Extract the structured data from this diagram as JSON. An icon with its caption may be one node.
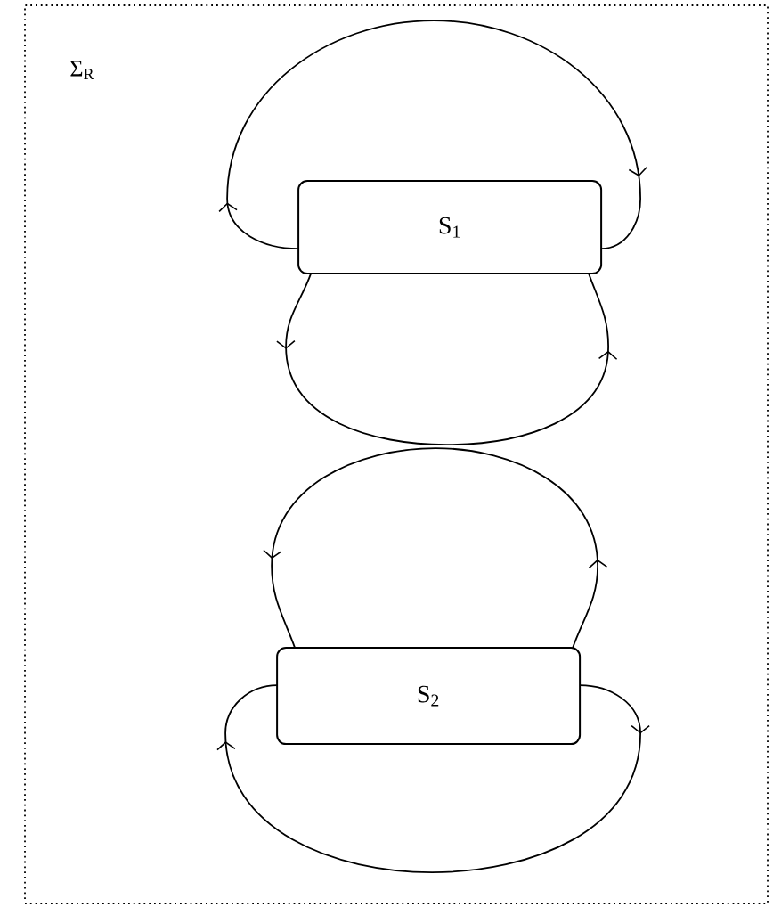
{
  "diagram": {
    "nodes": [
      {
        "text": [
          "Σ$_{R}$"
        ]
      },
      {
        "text": [
          "S$_{1}$"
        ],
        "in": 0
      },
      {
        "text": [
          "S$_{2}$"
        ],
        "in": 0
      }
    ],
    "edges": [
      {
        "from": 1,
        "to": 1,
        "arrow": "to"
      },
      {
        "from": 1,
        "to": 1,
        "arrow": "to"
      },
      {
        "from": 2,
        "to": 2,
        "arrow": "to"
      },
      {
        "from": 2,
        "to": 2,
        "arrow": "to"
      }
    ]
  }
}
